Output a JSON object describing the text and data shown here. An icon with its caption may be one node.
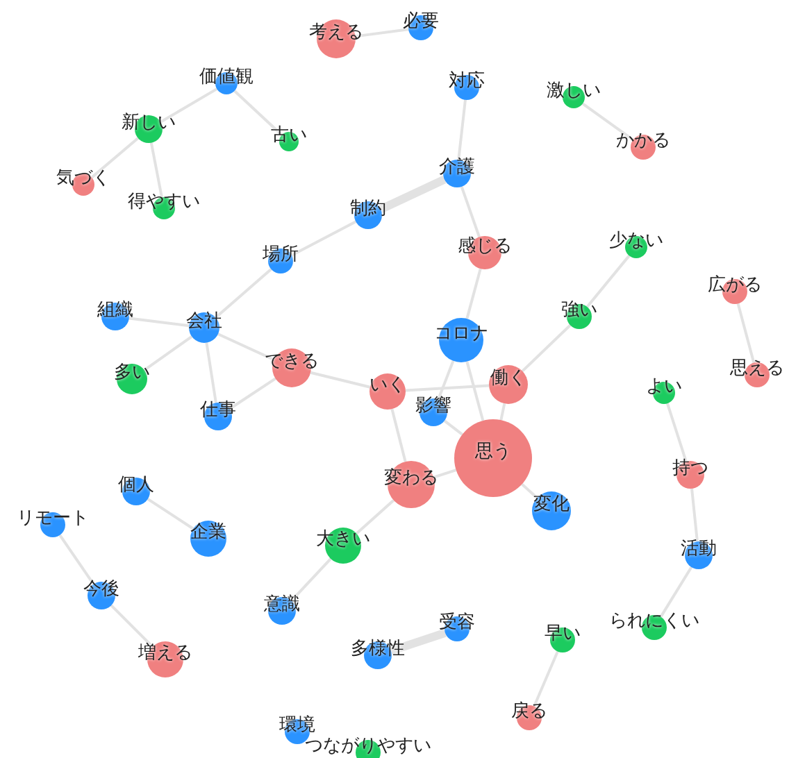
{
  "diagram": {
    "nodes": [
      {
        "text": [
          "考える"
        ]
      },
      {
        "text": [
          "必要"
        ]
      },
      {
        "text": [
          "価値観"
        ]
      },
      {
        "text": [
          "新しい"
        ]
      },
      {
        "text": [
          "古い"
        ]
      },
      {
        "text": [
          "気づく"
        ]
      },
      {
        "text": [
          "得やすい"
        ]
      },
      {
        "text": [
          "対応"
        ]
      },
      {
        "text": [
          "激しい"
        ]
      },
      {
        "text": [
          "かかる"
        ]
      },
      {
        "text": [
          "介護"
        ]
      },
      {
        "text": [
          "制約"
        ]
      },
      {
        "text": [
          "感じる"
        ]
      },
      {
        "text": [
          "場所"
        ]
      },
      {
        "text": [
          "少ない"
        ]
      },
      {
        "text": [
          "広がる"
        ]
      },
      {
        "text": [
          "組織"
        ]
      },
      {
        "text": [
          "会社"
        ]
      },
      {
        "text": [
          "強い"
        ]
      },
      {
        "text": [
          "コロナ"
        ]
      },
      {
        "text": [
          "多い"
        ]
      },
      {
        "text": [
          "できる"
        ]
      },
      {
        "text": [
          "いく"
        ]
      },
      {
        "text": [
          "働く"
        ]
      },
      {
        "text": [
          "思える"
        ]
      },
      {
        "text": [
          "よい"
        ]
      },
      {
        "text": [
          "影響"
        ]
      },
      {
        "text": [
          "仕事"
        ]
      },
      {
        "text": [
          "思う"
        ]
      },
      {
        "text": [
          "持つ"
        ]
      },
      {
        "text": [
          "変わる"
        ]
      },
      {
        "text": [
          "個人"
        ]
      },
      {
        "text": [
          "変化"
        ]
      },
      {
        "text": [
          "企業"
        ]
      },
      {
        "text": [
          "リモート"
        ]
      },
      {
        "text": [
          "大きい"
        ]
      },
      {
        "text": [
          "活動"
        ]
      },
      {
        "text": [
          "今後"
        ]
      },
      {
        "text": [
          "意識"
        ]
      },
      {
        "text": [
          "受容"
        ]
      },
      {
        "text": [
          "られにくい"
        ]
      },
      {
        "text": [
          "早い"
        ]
      },
      {
        "text": [
          "多様性"
        ]
      },
      {
        "text": [
          "増える"
        ]
      },
      {
        "text": [
          "戻る"
        ]
      },
      {
        "text": [
          "環境"
        ]
      },
      {
        "text": [
          "つながりやすい"
        ]
      }
    ],
    "edges": [
      {
        "from": 0,
        "to": 1,
        "arrow": "none"
      },
      {
        "from": 2,
        "to": 3,
        "arrow": "none"
      },
      {
        "from": 2,
        "to": 4,
        "arrow": "none"
      },
      {
        "from": 3,
        "to": 5,
        "arrow": "none"
      },
      {
        "from": 3,
        "to": 6,
        "arrow": "none"
      },
      {
        "from": 7,
        "to": 10,
        "arrow": "none"
      },
      {
        "from": 8,
        "to": 9,
        "arrow": "none"
      },
      {
        "from": 10,
        "to": 11,
        "arrow": "none",
        "style": "thick"
      },
      {
        "from": 10,
        "to": 12,
        "arrow": "none"
      },
      {
        "from": 11,
        "to": 13,
        "arrow": "none"
      },
      {
        "from": 13,
        "to": 17,
        "arrow": "none"
      },
      {
        "from": 16,
        "to": 17,
        "arrow": "none"
      },
      {
        "from": 17,
        "to": 20,
        "arrow": "none"
      },
      {
        "from": 17,
        "to": 27,
        "arrow": "none"
      },
      {
        "from": 17,
        "to": 21,
        "arrow": "none"
      },
      {
        "from": 21,
        "to": 27,
        "arrow": "none"
      },
      {
        "from": 21,
        "to": 22,
        "arrow": "none"
      },
      {
        "from": 12,
        "to": 19,
        "arrow": "none"
      },
      {
        "from": 14,
        "to": 18,
        "arrow": "none"
      },
      {
        "from": 18,
        "to": 23,
        "arrow": "none"
      },
      {
        "from": 15,
        "to": 24,
        "arrow": "none"
      },
      {
        "from": 19,
        "to": 26,
        "arrow": "none"
      },
      {
        "from": 19,
        "to": 28,
        "arrow": "none"
      },
      {
        "from": 22,
        "to": 23,
        "arrow": "none"
      },
      {
        "from": 22,
        "to": 30,
        "arrow": "none"
      },
      {
        "from": 23,
        "to": 28,
        "arrow": "none"
      },
      {
        "from": 26,
        "to": 28,
        "arrow": "none"
      },
      {
        "from": 30,
        "to": 28,
        "arrow": "none"
      },
      {
        "from": 28,
        "to": 32,
        "arrow": "none"
      },
      {
        "from": 30,
        "to": 35,
        "arrow": "none"
      },
      {
        "from": 35,
        "to": 38,
        "arrow": "none"
      },
      {
        "from": 25,
        "to": 29,
        "arrow": "none"
      },
      {
        "from": 29,
        "to": 36,
        "arrow": "none"
      },
      {
        "from": 36,
        "to": 40,
        "arrow": "none"
      },
      {
        "from": 31,
        "to": 33,
        "arrow": "none"
      },
      {
        "from": 34,
        "to": 37,
        "arrow": "none"
      },
      {
        "from": 37,
        "to": 43,
        "arrow": "none"
      },
      {
        "from": 39,
        "to": 42,
        "arrow": "none",
        "style": "thick"
      },
      {
        "from": 41,
        "to": 44,
        "arrow": "none"
      }
    ]
  }
}
